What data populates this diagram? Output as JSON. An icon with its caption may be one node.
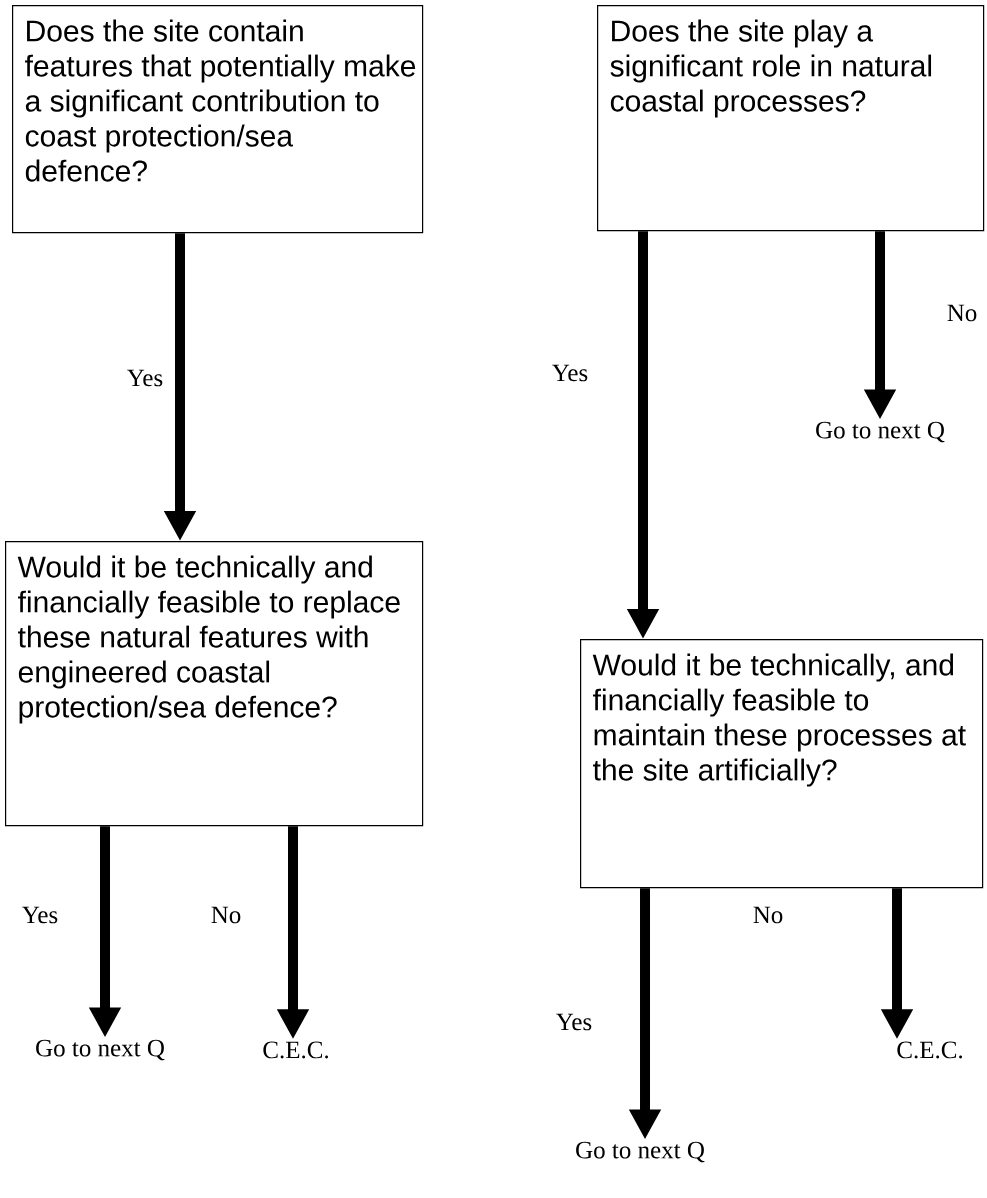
{
  "diagram": {
    "nodes": [
      {
        "text": [
          "Does the site contain features that potentially make a significant contribution to coast protection/sea defence?"
        ]
      },
      {
        "text": [
          "Does the site play a significant role in natural coastal processes?"
        ]
      },
      {
        "text": [
          "Would it be technically and financially feasible to replace these natural features with engineered coastal protection/sea defence?"
        ]
      },
      {
        "text": [
          "Go to next Q"
        ]
      },
      {
        "text": [
          "Go to next Q"
        ]
      },
      {
        "text": [
          "C.E.C."
        ]
      },
      {
        "text": [
          "Would it be technically, and financially feasible to maintain these processes at the site artificially?"
        ]
      },
      {
        "text": [
          "C.E.C."
        ]
      },
      {
        "text": [
          "Go to next Q"
        ]
      }
    ],
    "edges": [
      {
        "from": 0,
        "to": 2,
        "arrow": "to",
        "label": "Yes"
      },
      {
        "from": 1,
        "to": 6,
        "arrow": "to",
        "label": "Yes"
      },
      {
        "from": 1,
        "to": 3,
        "arrow": "to",
        "label": "No"
      },
      {
        "from": 2,
        "to": 4,
        "arrow": "to",
        "label": "Yes"
      },
      {
        "from": 2,
        "to": 5,
        "arrow": "to",
        "label": "No"
      },
      {
        "from": 6,
        "to": 8,
        "arrow": "to",
        "label": "Yes"
      },
      {
        "from": 6,
        "to": 7,
        "arrow": "to",
        "label": "No"
      }
    ]
  }
}
